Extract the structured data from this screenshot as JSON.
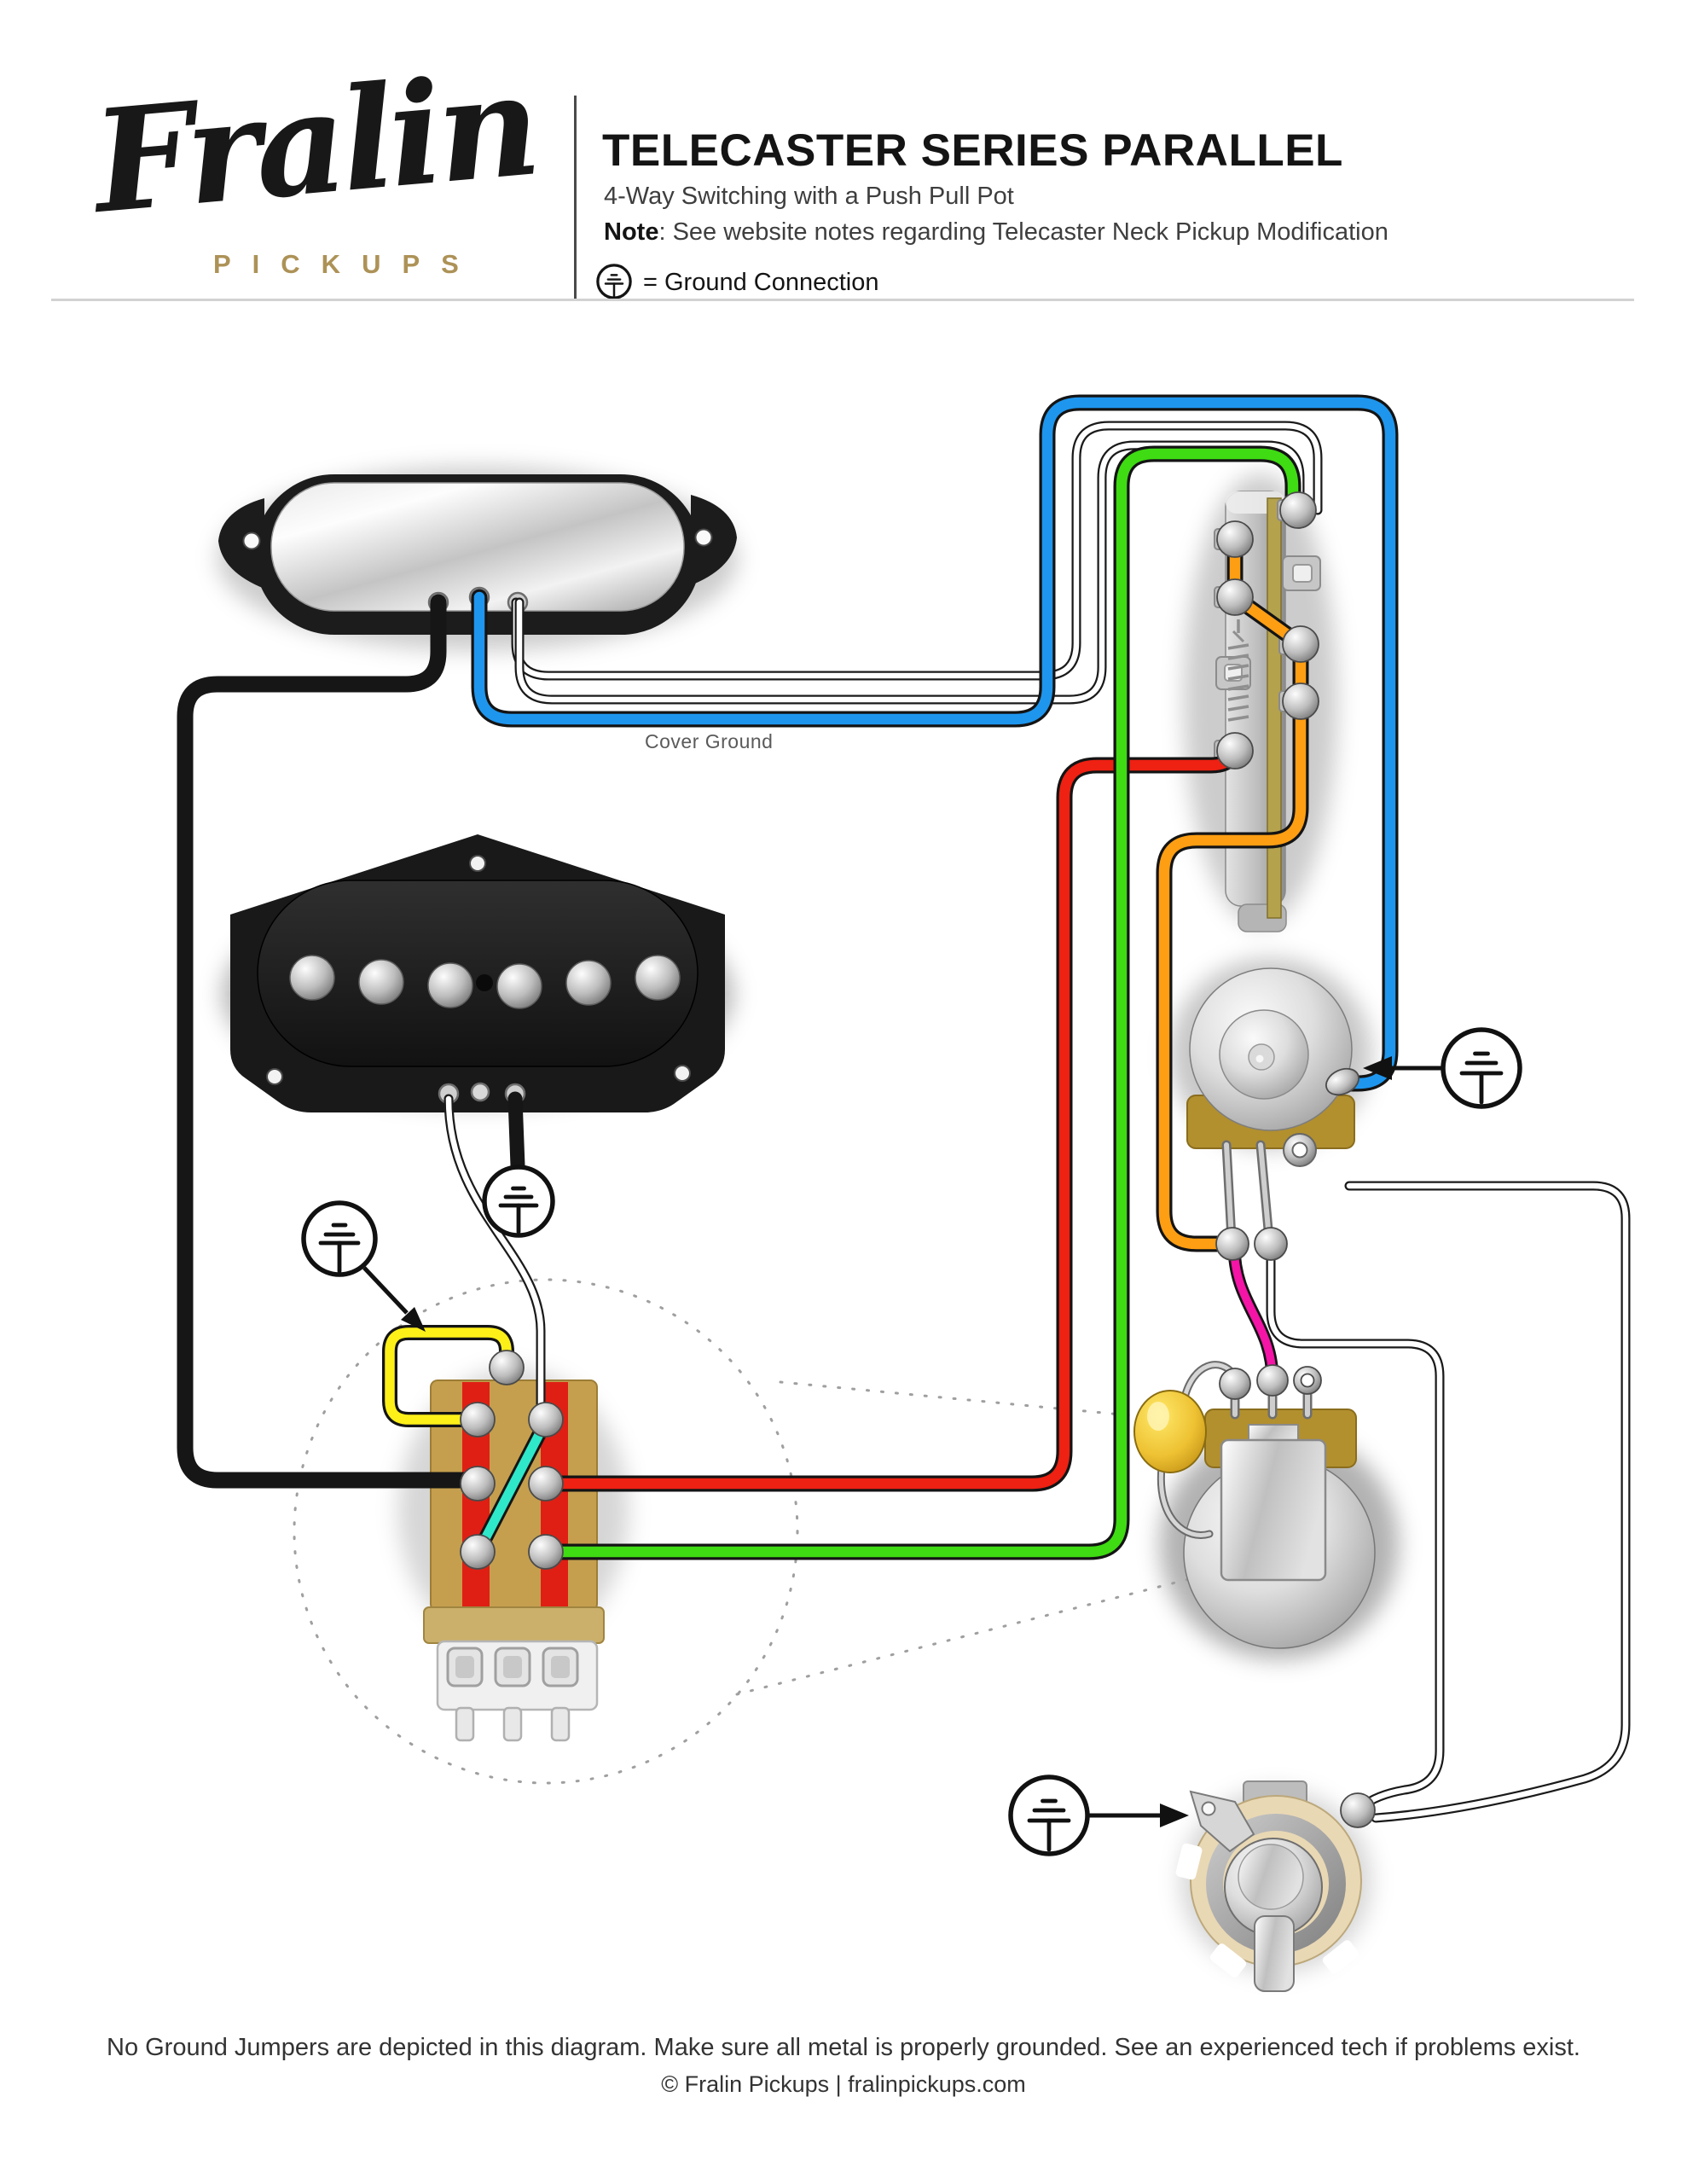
{
  "header": {
    "logo_script": "Fralin",
    "logo_sub": "PICKUPS",
    "title": "TELECASTER SERIES PARALLEL",
    "subtitle": "4-Way Switching with a Push Pull Pot",
    "note_label": "Note",
    "note_text": ": See website notes regarding Telecaster Neck Pickup Modification",
    "legend_text": "= Ground Connection"
  },
  "diagram": {
    "labels": {
      "cover_ground": "Cover Ground"
    },
    "colors": {
      "blue": "#1e96ee",
      "green": "#3fdb13",
      "red": "#ee2112",
      "orange": "#fe9e13",
      "yellow": "#fdf019",
      "cyan": "#2ee8c9",
      "magenta": "#f414a6",
      "white_wire": "#ffffff",
      "black_wire": "#161616",
      "switch_red": "#df1f14",
      "switch_tan": "#c59f4e",
      "pot_base_tan": "#b2902e",
      "cap_gold": "#eec233",
      "logo_gold": "#ad9257"
    }
  },
  "footer": {
    "line1": "No Ground Jumpers are depicted in this diagram. Make sure all metal is properly grounded. See an experienced tech if problems exist.",
    "line2": "© Fralin Pickups | fralinpickups.com"
  }
}
